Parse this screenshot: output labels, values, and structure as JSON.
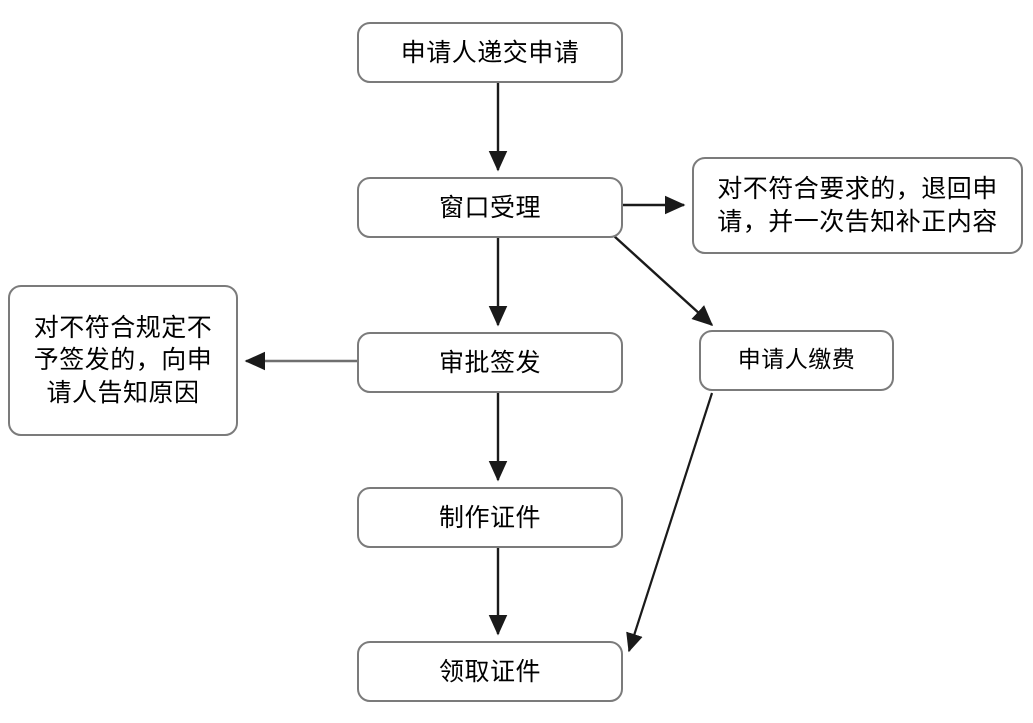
{
  "diagram": {
    "type": "flowchart",
    "title": "",
    "colors": {
      "node_border": "#7b7b7b",
      "node_fill": "#ffffff",
      "edge_stroke": "#1a1a1a",
      "text": "#000000",
      "background": "#ffffff"
    },
    "nodes": [
      {
        "id": "submit",
        "label": "申请人递交申请"
      },
      {
        "id": "accept",
        "label": "窗口受理"
      },
      {
        "id": "reject",
        "label": "对不符合要求的，退回申\n请，并一次告知补正内容"
      },
      {
        "id": "approve",
        "label": "审批签发"
      },
      {
        "id": "notify",
        "label": "对不符合规定不\n予签发的，向申\n请人告知原因"
      },
      {
        "id": "pay",
        "label": "申请人缴费"
      },
      {
        "id": "make",
        "label": "制作证件"
      },
      {
        "id": "collect",
        "label": "领取证件"
      }
    ],
    "edges": [
      {
        "id": "submit-to-accept",
        "from": "submit",
        "to": "accept",
        "style": "vertical-arrow"
      },
      {
        "id": "accept-to-reject",
        "from": "accept",
        "to": "reject",
        "style": "horizontal-arrow"
      },
      {
        "id": "accept-to-pay",
        "from": "accept",
        "to": "pay",
        "style": "diagonal-arrow"
      },
      {
        "id": "accept-to-approve",
        "from": "accept",
        "to": "approve",
        "style": "vertical-arrow"
      },
      {
        "id": "approve-to-notify",
        "from": "approve",
        "to": "notify",
        "style": "horizontal-arrow-left"
      },
      {
        "id": "approve-to-make",
        "from": "approve",
        "to": "make",
        "style": "vertical-arrow"
      },
      {
        "id": "make-to-collect",
        "from": "make",
        "to": "collect",
        "style": "vertical-arrow"
      },
      {
        "id": "pay-to-collect",
        "from": "pay",
        "to": "collect",
        "style": "diagonal-arrow"
      }
    ]
  }
}
